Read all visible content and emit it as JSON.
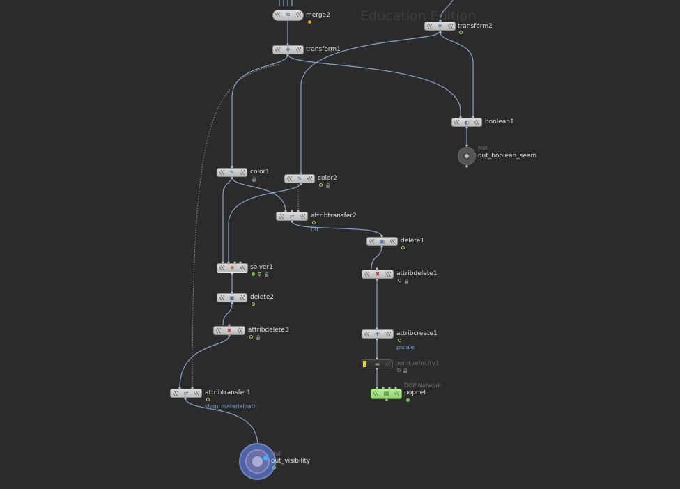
{
  "watermark": "Education Edition",
  "nodes": {
    "merge2": {
      "label": "merge2"
    },
    "transform2": {
      "label": "transform2"
    },
    "transform1": {
      "label": "transform1"
    },
    "boolean1": {
      "label": "boolean1"
    },
    "out_boolean_seam": {
      "label": "out_boolean_seam",
      "type": "Null"
    },
    "color1": {
      "label": "color1"
    },
    "color2": {
      "label": "color2"
    },
    "attribtransfer2": {
      "label": "attribtransfer2",
      "sub": "Cd"
    },
    "delete1": {
      "label": "delete1"
    },
    "solver1": {
      "label": "solver1"
    },
    "attribdelete1": {
      "label": "attribdelete1"
    },
    "delete2": {
      "label": "delete2"
    },
    "attribdelete3": {
      "label": "attribdelete3"
    },
    "attribcreate1": {
      "label": "attribcreate1",
      "sub": "pscale"
    },
    "pointvelocity1": {
      "label": "pointvelocity1"
    },
    "popnet": {
      "label": "popnet",
      "type": "DOP Network"
    },
    "attribtransfer1": {
      "label": "attribtransfer1",
      "sub": "shop_materialpath"
    },
    "out_visibility": {
      "label": "out_visibility",
      "type": "Null"
    }
  },
  "colors": {
    "background": "#2b2b2b",
    "wire": "#8aa5c8",
    "node_body": "#c8c8c8",
    "bypass_flag": "#e6d23c",
    "popnet_node": "#a6e08a",
    "display_flag": "#7ec44d",
    "warning_flag": "#e0a020",
    "subtitle_text": "#79a6d8",
    "visibility_null": "#4d63a6"
  }
}
